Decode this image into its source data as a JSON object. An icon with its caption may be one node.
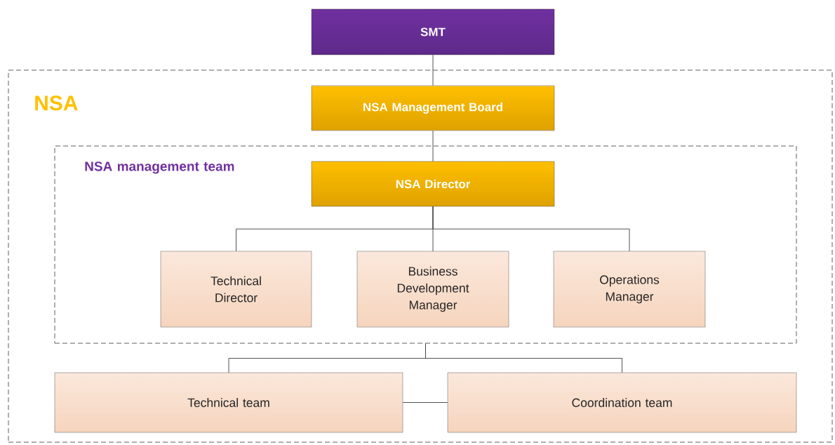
{
  "diagram": {
    "nodes": [
      {
        "text": [
          "SMT"
        ]
      },
      {
        "text": [
          "NSA"
        ]
      },
      {
        "text": [
          "NSA Management Board"
        ],
        "in": 1
      },
      {
        "text": [
          "NSA management team"
        ],
        "in": 1
      },
      {
        "text": [
          "NSA Director"
        ],
        "in": 3
      },
      {
        "text": [
          "Technical Director"
        ],
        "in": 3
      },
      {
        "text": [
          "Business Development Manager"
        ],
        "in": 3
      },
      {
        "text": [
          "Operations Manager"
        ],
        "in": 3
      },
      {
        "text": [
          "Technical team"
        ],
        "in": 1
      },
      {
        "text": [
          "Coordination team"
        ],
        "in": 1
      }
    ],
    "edges": [
      {
        "from": 0,
        "to": 2,
        "arrow": "none"
      },
      {
        "from": 2,
        "to": 4,
        "arrow": "none"
      },
      {
        "from": 4,
        "to": 5,
        "arrow": "none"
      },
      {
        "from": 4,
        "to": 6,
        "arrow": "none"
      },
      {
        "from": 4,
        "to": 7,
        "arrow": "none"
      },
      {
        "from": 3,
        "to": 8,
        "arrow": "none"
      },
      {
        "from": 3,
        "to": 9,
        "arrow": "none"
      },
      {
        "from": 8,
        "to": 9,
        "arrow": "none"
      }
    ]
  }
}
